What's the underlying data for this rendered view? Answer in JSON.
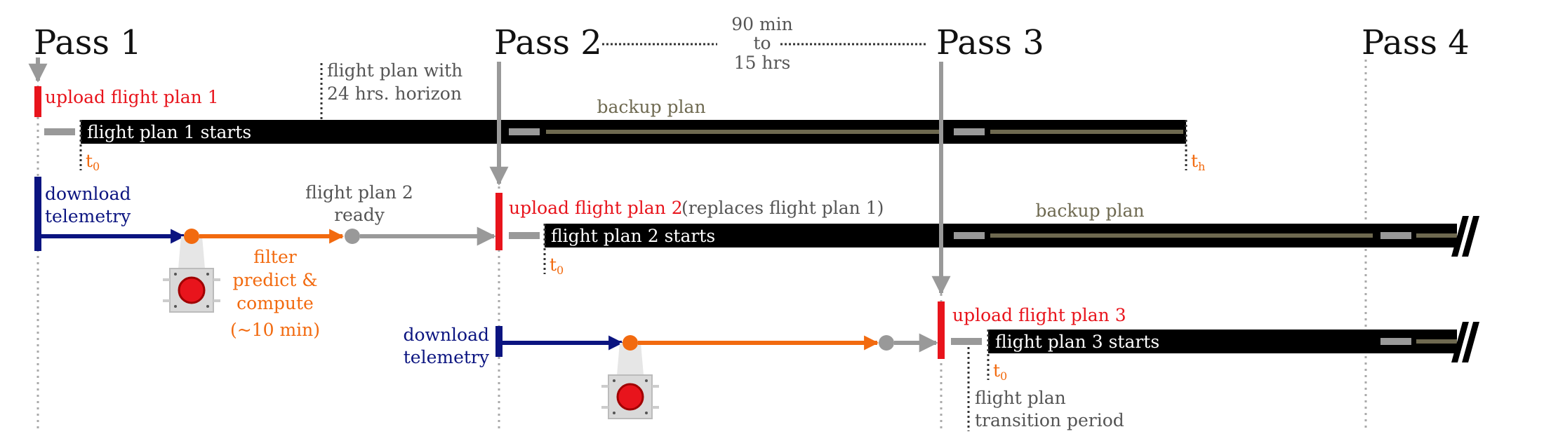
{
  "passes": {
    "p1": "Pass 1",
    "p2": "Pass 2",
    "p3": "Pass 3",
    "p4": "Pass 4"
  },
  "interval": {
    "line1": "90 min",
    "line2": "to",
    "line3": "15 hrs"
  },
  "plan1": {
    "upload": "upload flight plan 1",
    "starts": "flight plan 1 starts",
    "horizon_line1": "flight plan with",
    "horizon_line2": "24 hrs. horizon",
    "backup": "backup plan",
    "t0_base": "t",
    "t0_sub": "0",
    "th_base": "t",
    "th_sub": "h"
  },
  "telemetry1": {
    "line1": "download",
    "line2": "telemetry"
  },
  "processing": {
    "line1": "filter",
    "line2": "predict &",
    "line3": "compute",
    "line4": "(~10 min)"
  },
  "plan2_ready": {
    "line1": "flight plan 2",
    "line2": "ready"
  },
  "plan2": {
    "upload": "upload flight plan 2",
    "replaces": "(replaces flight plan 1)",
    "starts": "flight plan 2 starts",
    "backup": "backup plan",
    "t0_base": "t",
    "t0_sub": "0"
  },
  "telemetry2": {
    "line1": "download",
    "line2": "telemetry"
  },
  "plan3": {
    "upload": "upload flight plan 3",
    "starts": "flight plan 3 starts",
    "t0_base": "t",
    "t0_sub": "0"
  },
  "transition": {
    "line1": "flight plan",
    "line2": "transition period"
  },
  "colors": {
    "upload_red": "#e8141c",
    "telemetry_navy": "#0b1480",
    "compute_orange": "#f26a0f",
    "plan_black": "#000000",
    "arrow_gray": "#999999",
    "backup_olive": "#6e6950"
  },
  "icons": {
    "station": "ground-station-icon"
  }
}
